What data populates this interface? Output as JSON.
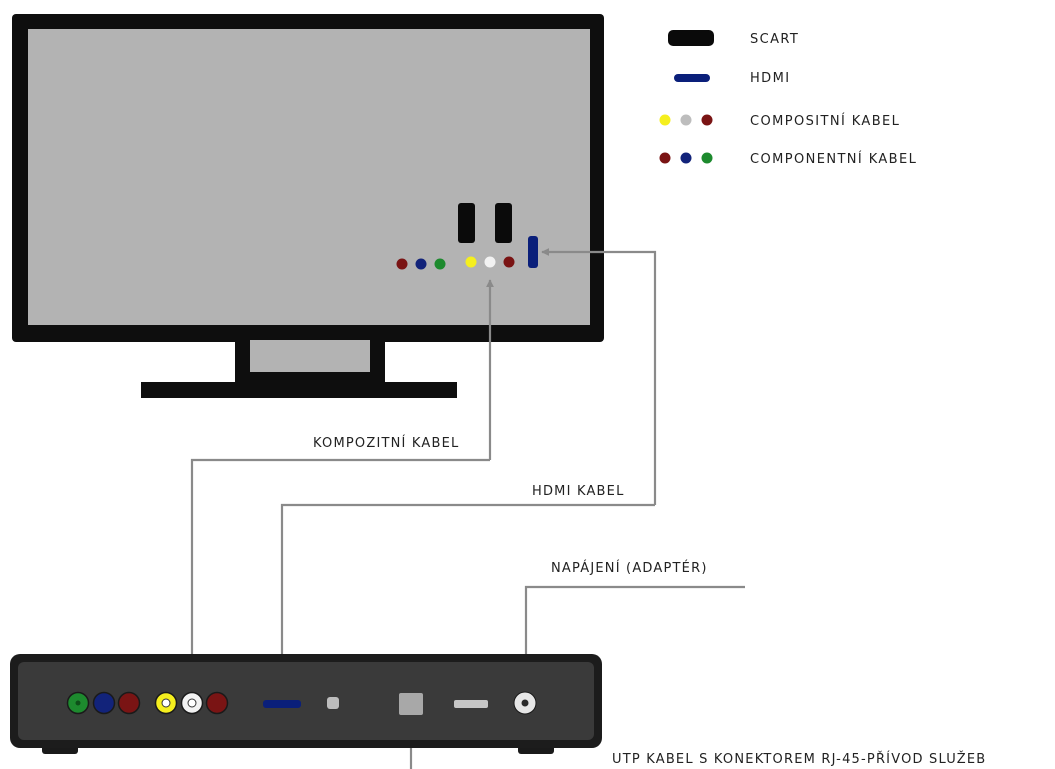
{
  "legend": {
    "scart": "SCART",
    "hdmi": "HDMI",
    "composite": "COMPOSITNÍ KABEL",
    "component": "COMPONENTNÍ KABEL"
  },
  "cables": {
    "composite": "KOMPOZITNÍ KABEL",
    "hdmi": "HDMI KABEL",
    "power": "NAPÁJENÍ (ADAPTÉR)",
    "utp": "UTP KABEL S KONEKTOREM RJ-45-PŘÍVOD SLUŽEB"
  },
  "colors": {
    "scart": "#0a0a0a",
    "hdmi": "#0a1f7a",
    "yellow": "#f5ef1e",
    "white": "#f2f2f2",
    "gray": "#bdbdbd",
    "red": "#7a1414",
    "blue": "#12237a",
    "green": "#1d8a2e",
    "screen": "#b3b3b3",
    "wire": "#8a8a8a"
  }
}
